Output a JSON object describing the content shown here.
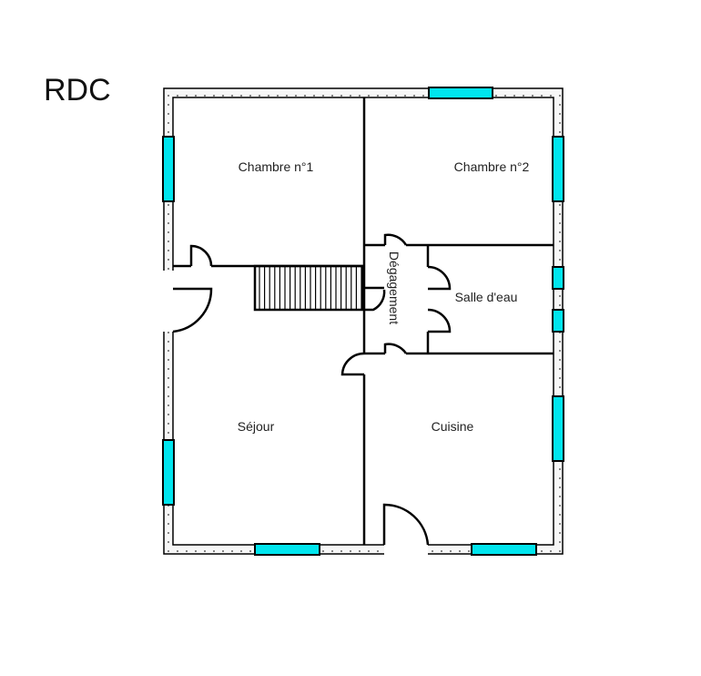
{
  "plan": {
    "title": "RDC",
    "rooms": [
      {
        "id": "chambre1",
        "label": "Chambre n°1"
      },
      {
        "id": "chambre2",
        "label": "Chambre n°2"
      },
      {
        "id": "degagement",
        "label": "Dégagement"
      },
      {
        "id": "salle-eau",
        "label": "Salle d'eau"
      },
      {
        "id": "sejour",
        "label": "Séjour"
      },
      {
        "id": "cuisine",
        "label": "Cuisine"
      }
    ],
    "colors": {
      "window_fill": "#00e5ee",
      "wall_stroke": "#000000",
      "outer_wall_fill": "#f2f2f2"
    }
  }
}
